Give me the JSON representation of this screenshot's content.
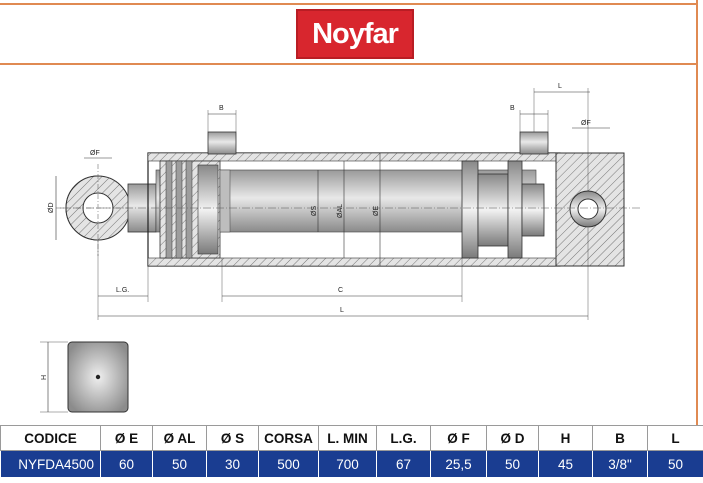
{
  "brand": {
    "logo_text": "Noyfar"
  },
  "drawing_labels": {
    "phi_f_left": "ØF",
    "phi_d": "ØD",
    "b_left": "B",
    "b_right": "B",
    "l_top": "L",
    "phi_f_right": "ØF",
    "phi_s": "ØS",
    "phi_al": "ØAL",
    "phi_e": "ØE",
    "lg": "L.G.",
    "c": "C",
    "l_overall": "L",
    "h": "H"
  },
  "table": {
    "headers": [
      "CODICE",
      "Ø E",
      "Ø AL",
      "Ø S",
      "CORSA",
      "L. MIN",
      "L.G.",
      "Ø F",
      "Ø D",
      "H",
      "B",
      "L"
    ],
    "row": [
      "NYFDA4500",
      "60",
      "50",
      "30",
      "500",
      "700",
      "67",
      "25,5",
      "50",
      "45",
      "3/8\"",
      "50"
    ]
  }
}
